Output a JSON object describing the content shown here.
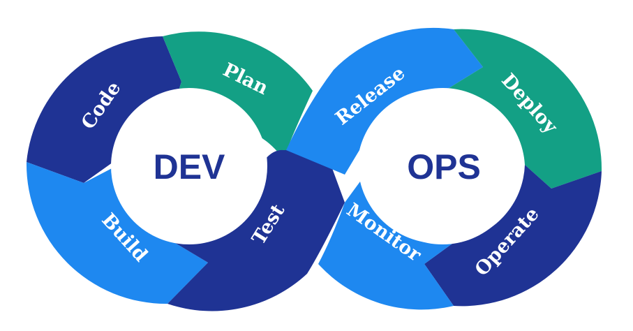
{
  "colors": {
    "dark_navy": "#1f3394",
    "bright_blue": "#1e88f0",
    "teal": "#13a085",
    "white": "#ffffff"
  },
  "loop": {
    "left_center": "DEV",
    "right_center": "OPS"
  },
  "stages": [
    {
      "key": "plan",
      "label": "Plan",
      "color": "teal"
    },
    {
      "key": "code",
      "label": "Code",
      "color": "dark_navy"
    },
    {
      "key": "build",
      "label": "Build",
      "color": "bright_blue"
    },
    {
      "key": "test",
      "label": "Test",
      "color": "dark_navy"
    },
    {
      "key": "release",
      "label": "Release",
      "color": "bright_blue"
    },
    {
      "key": "deploy",
      "label": "Deploy",
      "color": "teal"
    },
    {
      "key": "operate",
      "label": "Operate",
      "color": "dark_navy"
    },
    {
      "key": "monitor",
      "label": "Monitor",
      "color": "bright_blue"
    }
  ]
}
